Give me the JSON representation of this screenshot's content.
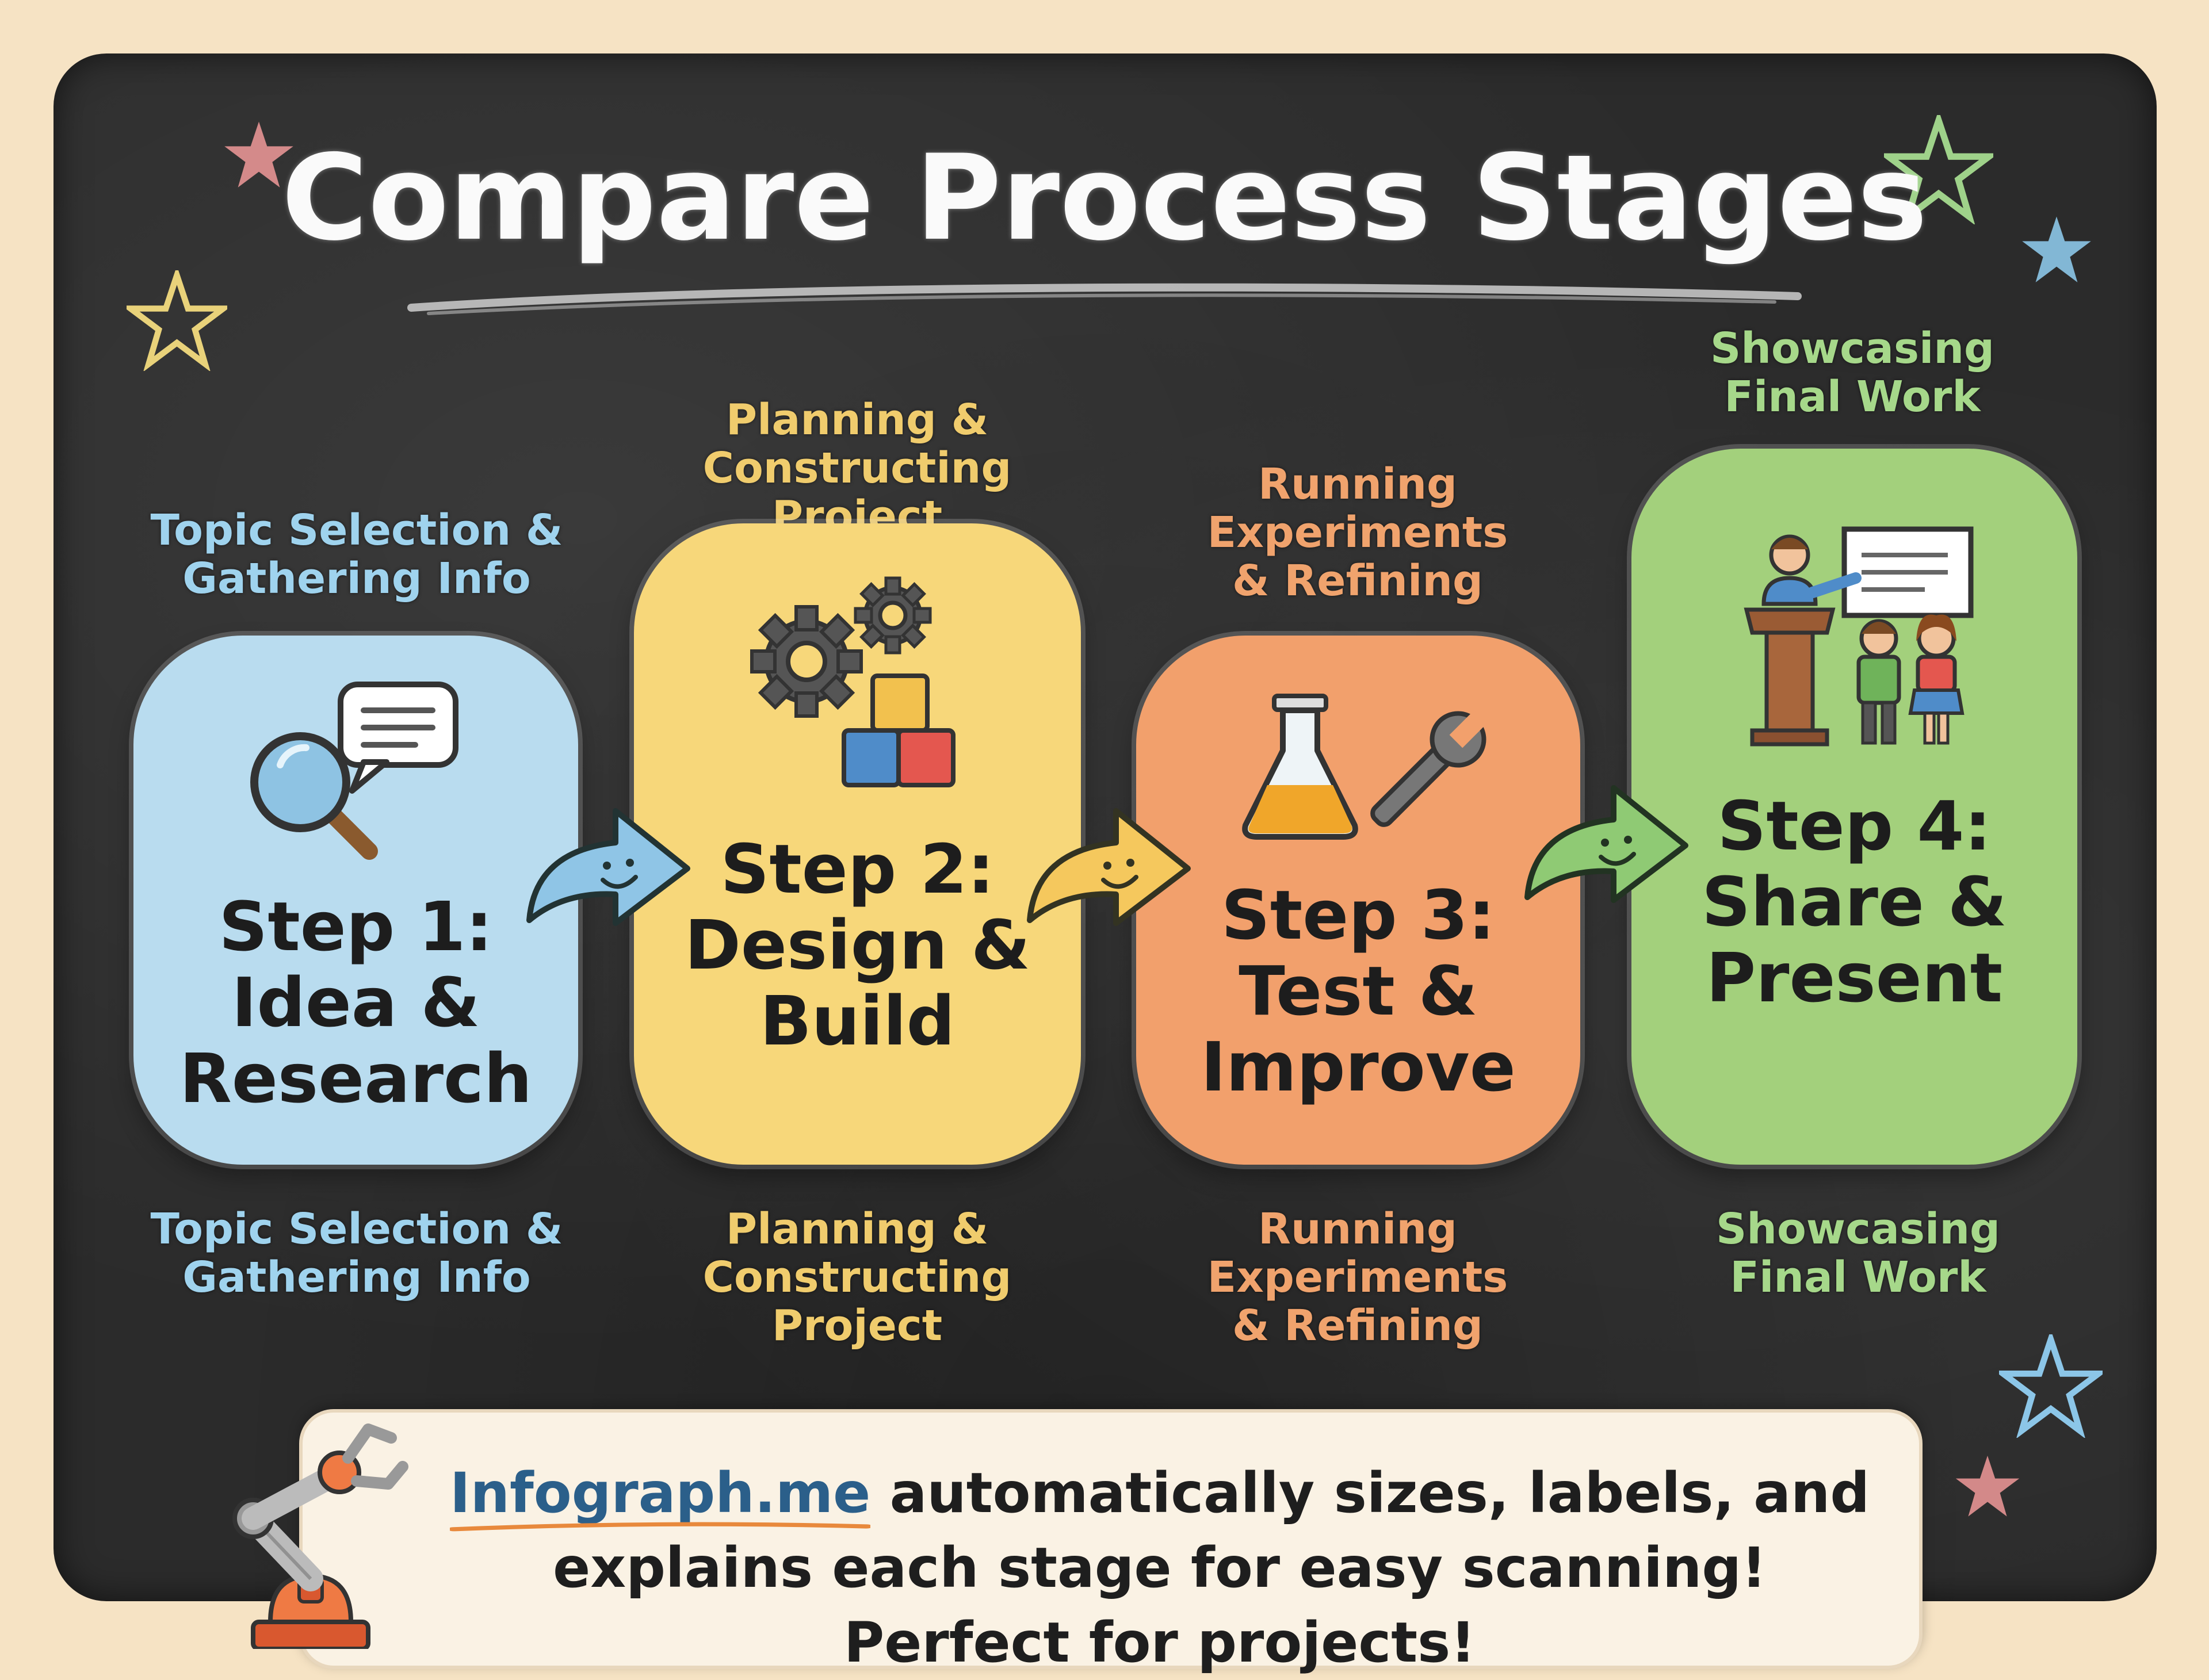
{
  "title": "Compare Process Stages",
  "colors": {
    "blue": "#b9dcef",
    "yellow": "#f7d77a",
    "orange": "#f2a06c",
    "green": "#a3d07c",
    "label_blue": "#9fd3ee",
    "label_yellow": "#f0cc6d",
    "label_orange": "#f0a36d",
    "label_green": "#a6d88a"
  },
  "stages": [
    {
      "step": "Step 1:\nIdea &\nResearch",
      "top_label": "Topic Selection &\nGathering Info",
      "bottom_label": "Topic Selection &\nGathering Info",
      "icon": "magnifier-speech-bubble-icon"
    },
    {
      "step": "Step 2:\nDesign &\nBuild",
      "top_label": "Planning &\nConstructing Project",
      "bottom_label": "Planning &\nConstructing\nProject",
      "icon": "gears-blocks-icon"
    },
    {
      "step": "Step 3:\nTest &\nImprove",
      "top_label": "Running\nExperiments\n& Refining",
      "bottom_label": "Running Experiments\n& Refining",
      "icon": "flask-wrench-icon"
    },
    {
      "step": "Step 4:\nShare &\nPresent",
      "top_label": "Showcasing\nFinal Work",
      "bottom_label": "Showcasing\nFinal Work",
      "icon": "presenter-audience-icon"
    }
  ],
  "callout": {
    "brand": "Infograph.me",
    "text": " automatically sizes, labels, and explains each stage for easy scanning! Perfect for projects!",
    "icon": "robot-arm-icon"
  }
}
